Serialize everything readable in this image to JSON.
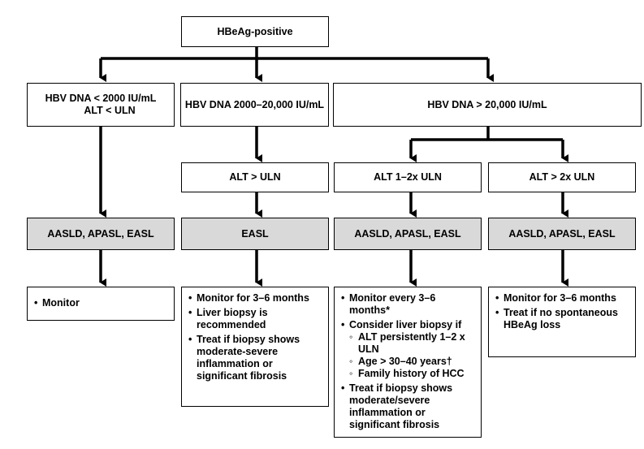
{
  "root": "HBeAg-positive",
  "branches": {
    "low": {
      "line1": "HBV DNA < 2000 IU/mL",
      "line2": "ALT < ULN",
      "guidelines": "AASLD, APASL, EASL",
      "rec": [
        "Monitor"
      ]
    },
    "mid": {
      "label": "HBV DNA 2000–20,000 IU/mL",
      "alt": "ALT > ULN",
      "guidelines": "EASL",
      "rec": [
        "Monitor for 3–6 months",
        "Liver biopsy is recommended",
        "Treat if biopsy shows moderate-severe inflammation or significant fibrosis"
      ]
    },
    "high": {
      "label": "HBV DNA > 20,000 IU/mL",
      "left": {
        "alt": "ALT 1–2x ULN",
        "guidelines": "AASLD, APASL, EASL",
        "rec1": "Monitor every 3–6 months*",
        "rec2": "Consider liver biopsy if",
        "sub": [
          "ALT persistently 1–2 x ULN",
          "Age > 30–40 years†",
          "Family history of HCC"
        ],
        "rec3": "Treat if biopsy shows moderate/severe inflammation or significant fibrosis"
      },
      "right": {
        "alt": "ALT > 2x ULN",
        "guidelines": "AASLD, APASL, EASL",
        "rec": [
          "Monitor for 3–6 months",
          "Treat if no spontaneous HBeAg loss"
        ]
      }
    }
  },
  "bullet": "•",
  "sub_bullet": "◦"
}
